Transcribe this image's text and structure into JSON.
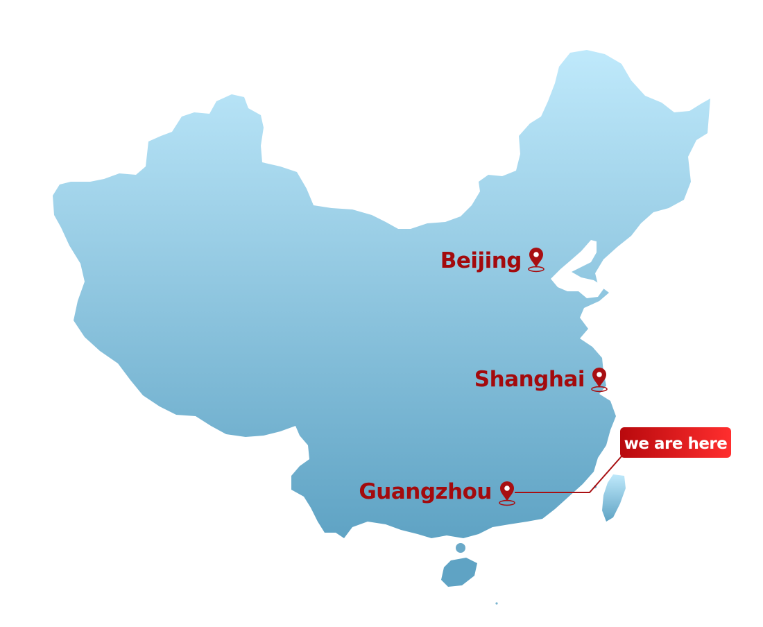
{
  "map": {
    "colors": {
      "land_top": "#bfe9fb",
      "land_bottom": "#5fa3c4",
      "marker": "#a80f12",
      "label": "#a30a0d",
      "tag_top": "#d01a1e",
      "tag_bottom": "#ff3030",
      "tag_text": "#ffffff"
    },
    "cities": [
      {
        "name": "Beijing",
        "icon": "map-pin-icon"
      },
      {
        "name": "Shanghai",
        "icon": "map-pin-icon"
      },
      {
        "name": "Guangzhou",
        "icon": "map-pin-icon"
      }
    ],
    "callout": {
      "text": "we are here",
      "points_to": "Guangzhou"
    }
  }
}
